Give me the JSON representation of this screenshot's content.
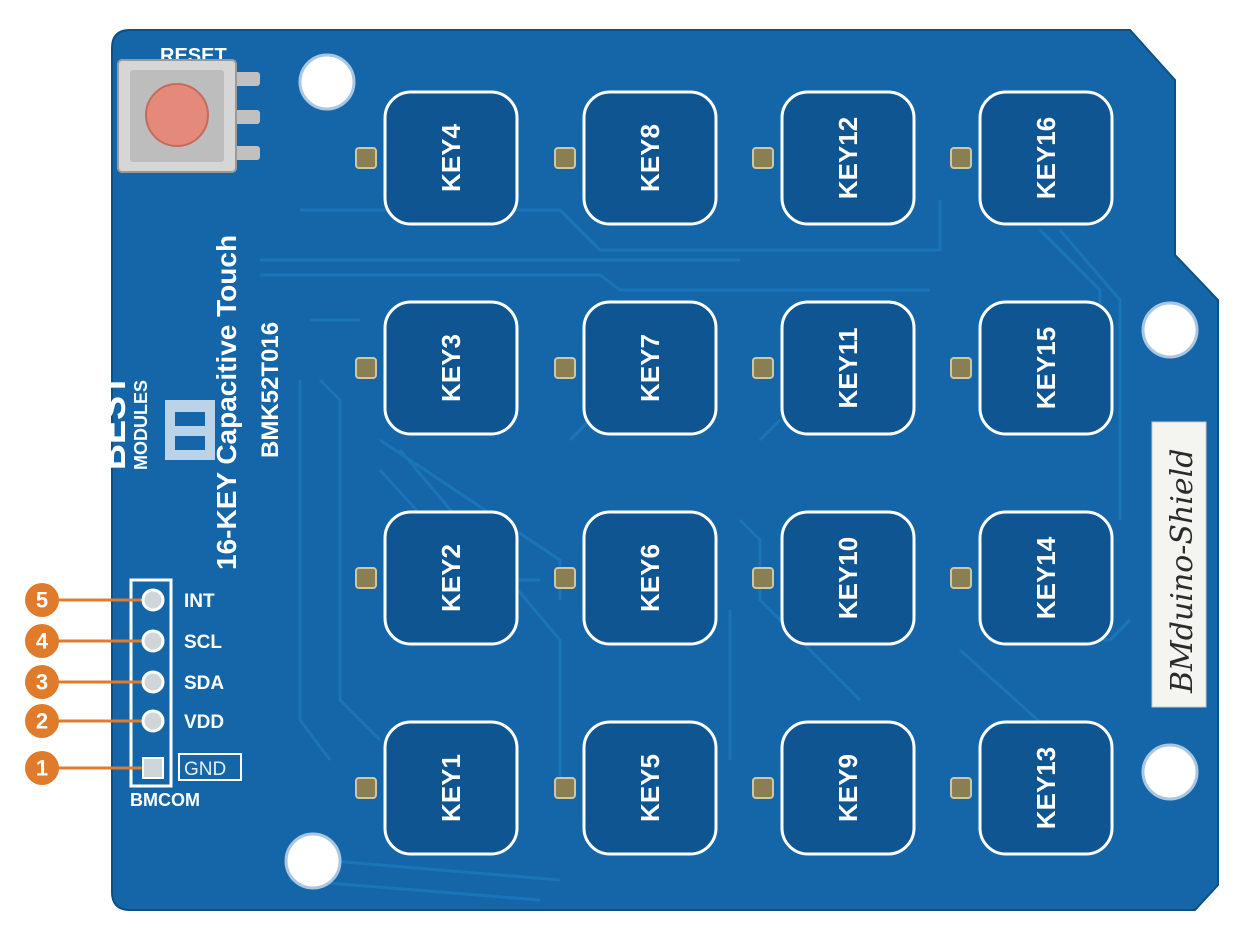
{
  "board": {
    "reset_label": "RESET",
    "title": "16-KEY Capacitive Touch",
    "model": "BMK52T016",
    "brand_top": "BEST",
    "brand_bottom": "MODULES",
    "connector_label": "BMCOM",
    "shield_label": "BMduino-Shield"
  },
  "keys": [
    {
      "label": "KEY4"
    },
    {
      "label": "KEY8"
    },
    {
      "label": "KEY12"
    },
    {
      "label": "KEY16"
    },
    {
      "label": "KEY3"
    },
    {
      "label": "KEY7"
    },
    {
      "label": "KEY11"
    },
    {
      "label": "KEY15"
    },
    {
      "label": "KEY2"
    },
    {
      "label": "KEY6"
    },
    {
      "label": "KEY10"
    },
    {
      "label": "KEY14"
    },
    {
      "label": "KEY1"
    },
    {
      "label": "KEY5"
    },
    {
      "label": "KEY9"
    },
    {
      "label": "KEY13"
    }
  ],
  "pins": [
    {
      "number": "5",
      "label": "INT"
    },
    {
      "number": "4",
      "label": "SCL"
    },
    {
      "number": "3",
      "label": "SDA"
    },
    {
      "number": "2",
      "label": "VDD"
    },
    {
      "number": "1",
      "label": "GND"
    }
  ],
  "colors": {
    "pcb": "#1466a8",
    "pcb_dark": "#0f5591",
    "trace": "#1a73b5",
    "silkscreen": "#ffffff",
    "callout": "#e07b2c",
    "led": "#8a7f52"
  }
}
